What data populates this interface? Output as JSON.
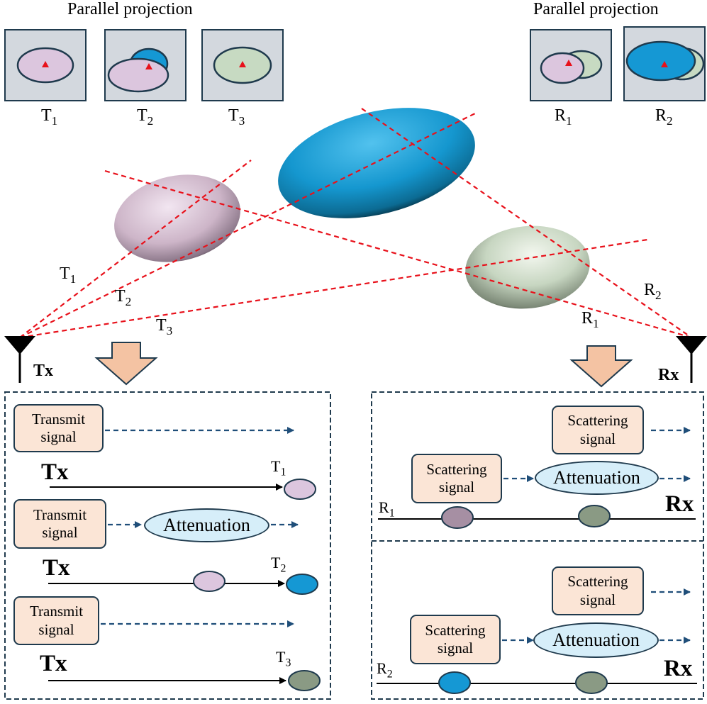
{
  "projection": {
    "left_title": "Parallel projection",
    "right_title": "Parallel projection",
    "panels": [
      {
        "label": "T",
        "sub": "1"
      },
      {
        "label": "T",
        "sub": "2"
      },
      {
        "label": "T",
        "sub": "3"
      },
      {
        "label": "R",
        "sub": "1"
      },
      {
        "label": "R",
        "sub": "2"
      }
    ]
  },
  "rays": {
    "labels": [
      {
        "label": "T",
        "sub": "1"
      },
      {
        "label": "T",
        "sub": "2"
      },
      {
        "label": "T",
        "sub": "3"
      },
      {
        "label": "R",
        "sub": "2"
      },
      {
        "label": "R",
        "sub": "1"
      }
    ]
  },
  "antennas": {
    "tx": "Tx",
    "rx": "Rx"
  },
  "left_panel": {
    "rows": [
      {
        "box": "Transmit\nsignal",
        "tx": "Tx",
        "target": {
          "label": "T",
          "sub": "1"
        }
      },
      {
        "box": "Transmit\nsignal",
        "attenuation": "Attenuation",
        "tx": "Tx",
        "target": {
          "label": "T",
          "sub": "2"
        }
      },
      {
        "box": "Transmit\nsignal",
        "tx": "Tx",
        "target": {
          "label": "T",
          "sub": "3"
        }
      }
    ]
  },
  "right_panel": {
    "groups": [
      {
        "scatter_top": "Scattering\nsignal",
        "scatter_left": "Scattering\nsignal",
        "attenuation": "Attenuation",
        "line_label": {
          "label": "R",
          "sub": "1"
        },
        "rx": "Rx"
      },
      {
        "scatter_top": "Scattering\nsignal",
        "scatter_left": "Scattering\nsignal",
        "attenuation": "Attenuation",
        "line_label": {
          "label": "R",
          "sub": "2"
        },
        "rx": "Rx"
      }
    ]
  },
  "colors": {
    "pink": "#d9c3da",
    "blue": "#1598d4",
    "green": "#c5d9bf",
    "ray": "#e8111b",
    "dash_arrow": "#1f4e79",
    "box_fill": "#fbe5d6",
    "atten_fill": "#d6eef9",
    "down_arrow": "#f4c3a3"
  }
}
